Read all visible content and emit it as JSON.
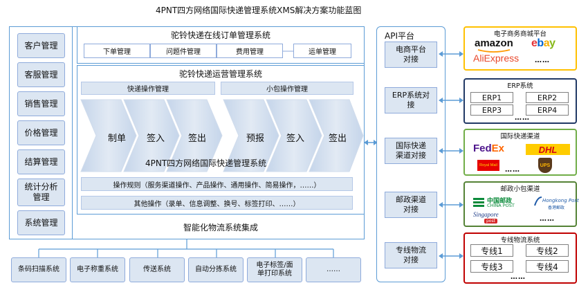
{
  "title": "4PNT四方网络国际快递管理系统XMS解决方案功能蓝图",
  "left_menu": [
    "客户管理",
    "客服管理",
    "销售管理",
    "价格管理",
    "结算管理",
    "统计分析\n管理",
    "系统管理"
  ],
  "online_order": {
    "title": "驼铃快递在线订单管理系统",
    "tabs": [
      "下单管理",
      "问题件管理",
      "费用管理",
      "运单管理"
    ]
  },
  "operations": {
    "title": "驼铃快递运营管理系统",
    "express_head": "快递操作管理",
    "parcel_head": "小包操作管理",
    "express_steps": [
      "制单",
      "签入",
      "签出"
    ],
    "parcel_steps": [
      "预报",
      "签入",
      "签出"
    ],
    "watermark": "4PNT四方网络国际快递管理系统",
    "rule1": "操作规则（服务渠道操作、产品操作、通用操作、简易操作，……）",
    "rule2": "其他操作（录单、信息调整、换号、标签打印、……）"
  },
  "integration": {
    "title": "智能化物流系统集成",
    "devices": [
      "条码扫描系统",
      "电子称重系统",
      "传送系统",
      "自动分拣系统",
      "电子标签/面\n单打印系统",
      "……"
    ]
  },
  "api": {
    "title": "API平台",
    "items": [
      "电商平台\n对接",
      "ERP系统对\n接",
      "国际快递\n渠道对接",
      "邮政渠道\n对接",
      "专线物流\n对接"
    ]
  },
  "partners": {
    "ecommerce": {
      "title": "电子商务商城平台",
      "logos": [
        "amazon",
        "ebay",
        "AliExpress"
      ],
      "more": "……"
    },
    "erp": {
      "title": "ERP系统",
      "cells": [
        "ERP1",
        "ERP2",
        "ERP3",
        "ERP4"
      ],
      "more": "……"
    },
    "express": {
      "title": "国际快递渠道",
      "logos": [
        "FedEx",
        "DHL",
        "Royal Mail",
        "UPS"
      ],
      "more": "……"
    },
    "postal": {
      "title": "邮政小包渠道",
      "china_post_cn": "中国邮政",
      "china_post_en": "CHINA POST",
      "hk_post_en": "Hongkong Post",
      "hk_post_cn": "香港郵政",
      "sg_post": "Singapore",
      "sg_post_sub": "post",
      "more": "……"
    },
    "line": {
      "title": "专线物流系统",
      "cells": [
        "专线1",
        "专线2",
        "专线3",
        "专线4"
      ],
      "more": "……"
    }
  },
  "colors": {
    "frame": "#5b9bd5",
    "fill": "#dce6f2",
    "arrow": "#5b9bd5",
    "ecommerce_border": "#ffc000",
    "erp_border": "#203864",
    "express_border": "#70ad47",
    "postal_border": "#548235",
    "line_border": "#c00000"
  }
}
